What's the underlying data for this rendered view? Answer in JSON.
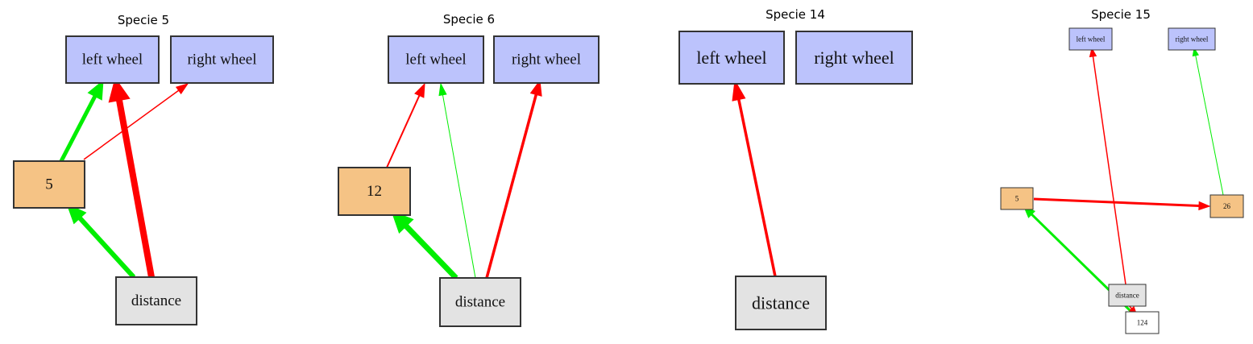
{
  "colors": {
    "wheel_fill": "#bcc3fc",
    "hidden_fill": "#f5c385",
    "sensor_fill": "#e3e3e3",
    "plain_fill": "#ffffff",
    "border": "#333333",
    "positive": "#00ee00",
    "negative": "#ff0000"
  },
  "panels": [
    {
      "id": "specie-5",
      "title": "Specie 5",
      "nodes": [
        {
          "id": "left-wheel",
          "label": "left wheel",
          "kind": "wheel"
        },
        {
          "id": "right-wheel",
          "label": "right wheel",
          "kind": "wheel"
        },
        {
          "id": "hidden-5",
          "label": "5",
          "kind": "hidden"
        },
        {
          "id": "distance",
          "label": "distance",
          "kind": "sensor"
        }
      ],
      "edges": [
        {
          "from": "hidden-5",
          "to": "left-wheel",
          "sign": "positive",
          "weight": "strong"
        },
        {
          "from": "distance",
          "to": "left-wheel",
          "sign": "negative",
          "weight": "heavy"
        },
        {
          "from": "hidden-5",
          "to": "right-wheel",
          "sign": "negative",
          "weight": "weak"
        },
        {
          "from": "distance",
          "to": "hidden-5",
          "sign": "positive",
          "weight": "strong"
        }
      ]
    },
    {
      "id": "specie-6",
      "title": "Specie 6",
      "nodes": [
        {
          "id": "left-wheel",
          "label": "left wheel",
          "kind": "wheel"
        },
        {
          "id": "right-wheel",
          "label": "right wheel",
          "kind": "wheel"
        },
        {
          "id": "hidden-12",
          "label": "12",
          "kind": "hidden"
        },
        {
          "id": "distance",
          "label": "distance",
          "kind": "sensor"
        }
      ],
      "edges": [
        {
          "from": "hidden-12",
          "to": "left-wheel",
          "sign": "negative",
          "weight": "medium"
        },
        {
          "from": "distance",
          "to": "left-wheel",
          "sign": "positive",
          "weight": "weak"
        },
        {
          "from": "distance",
          "to": "right-wheel",
          "sign": "negative",
          "weight": "medium"
        },
        {
          "from": "distance",
          "to": "hidden-12",
          "sign": "positive",
          "weight": "heavy"
        }
      ]
    },
    {
      "id": "specie-14",
      "title": "Specie 14",
      "nodes": [
        {
          "id": "left-wheel",
          "label": "left wheel",
          "kind": "wheel"
        },
        {
          "id": "right-wheel",
          "label": "right wheel",
          "kind": "wheel"
        },
        {
          "id": "distance",
          "label": "distance",
          "kind": "sensor"
        }
      ],
      "edges": [
        {
          "from": "distance",
          "to": "left-wheel",
          "sign": "negative",
          "weight": "medium"
        }
      ]
    },
    {
      "id": "specie-15",
      "title": "Specie 15",
      "nodes": [
        {
          "id": "left-wheel",
          "label": "left wheel",
          "kind": "wheel"
        },
        {
          "id": "right-wheel",
          "label": "right wheel",
          "kind": "wheel"
        },
        {
          "id": "hidden-5",
          "label": "5",
          "kind": "hidden"
        },
        {
          "id": "hidden-26",
          "label": "26",
          "kind": "hidden"
        },
        {
          "id": "distance",
          "label": "distance",
          "kind": "sensor"
        },
        {
          "id": "hidden-124",
          "label": "124",
          "kind": "plain"
        }
      ],
      "edges": [
        {
          "from": "distance",
          "to": "left-wheel",
          "sign": "negative",
          "weight": "thin"
        },
        {
          "from": "hidden-26",
          "to": "right-wheel",
          "sign": "positive",
          "weight": "thin"
        },
        {
          "from": "hidden-5",
          "to": "hidden-26",
          "sign": "negative",
          "weight": "medium"
        },
        {
          "from": "hidden-124",
          "to": "hidden-5",
          "sign": "positive",
          "weight": "medium"
        },
        {
          "from": "distance",
          "to": "hidden-124",
          "sign": "negative",
          "weight": "thin"
        }
      ]
    }
  ]
}
